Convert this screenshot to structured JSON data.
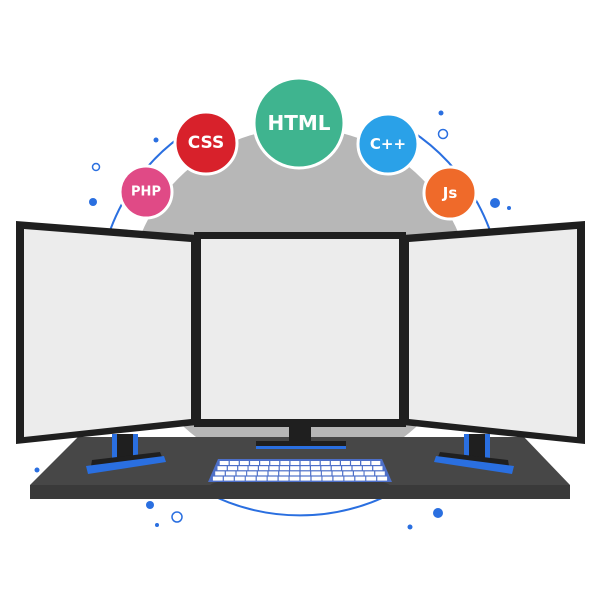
{
  "languages": {
    "php": {
      "label": "PHP",
      "color": "#e04a86"
    },
    "css": {
      "label": "CSS",
      "color": "#d8212b"
    },
    "html": {
      "label": "HTML",
      "color": "#3fb48f"
    },
    "cpp": {
      "label": "C++",
      "color": "#2aa1e8"
    },
    "js": {
      "label": "Js",
      "color": "#ef6a2a"
    }
  },
  "colors": {
    "backdrop_circle": "#b5b5b5",
    "ring": "#2a6fe0",
    "monitor_frame": "#1f1f1f",
    "screen": "#ececec",
    "desk": "#474747",
    "keyboard": "#4d6fc8",
    "stand_accent": "#2a6fe0"
  }
}
